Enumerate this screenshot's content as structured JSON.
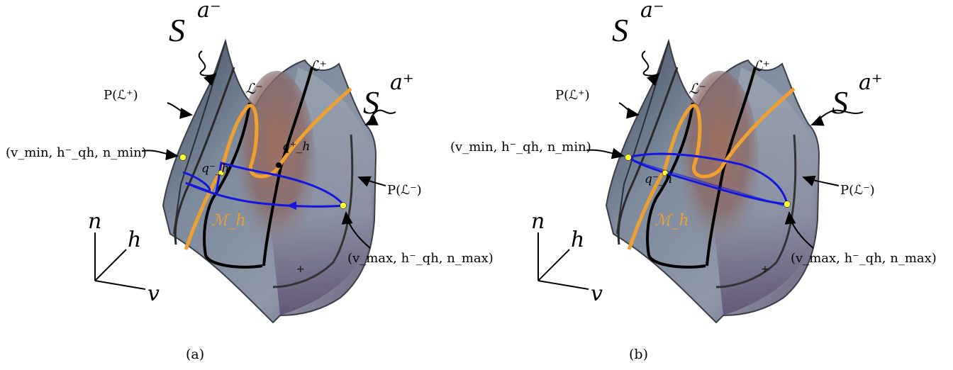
{
  "panels": [
    {
      "caption": "(a)",
      "labels": {
        "s_minus_base": "S",
        "s_minus_sup": "a⁻",
        "s_plus_base": "S",
        "s_plus_sup": "a⁺",
        "l_plus": "ℒ⁺",
        "l_minus": "ℒ⁻",
        "p_l_plus": "P(ℒ⁺)",
        "p_l_minus": "P(ℒ⁻)",
        "vmin_point": "(v_min, h⁻_qh, n_min)",
        "vmax_point": "(v_max, h⁻_qh, n_max)",
        "q_plus": "q⁺_h",
        "q_minus": "q⁻_h",
        "manifold": "ℳ_h",
        "axis_n": "n",
        "axis_h": "h",
        "axis_v": "v",
        "plus_mark": "+"
      }
    },
    {
      "caption": "(b)",
      "labels": {
        "s_minus_base": "S",
        "s_minus_sup": "a⁻",
        "s_plus_base": "S",
        "s_plus_sup": "a⁺",
        "l_plus": "ℒ⁺",
        "l_minus": "ℒ⁻",
        "p_l_plus": "P(ℒ⁺)",
        "p_l_minus": "P(ℒ⁻)",
        "vmin_point": "(v_min, h⁻_qh, n_min)",
        "vmax_point": "(v_max, h⁻_qh, n_max)",
        "q_minus": "q⁻_h",
        "manifold": "ℳ_h",
        "axis_n": "n",
        "axis_h": "h",
        "axis_v": "v",
        "plus_mark": "+"
      }
    }
  ],
  "colors": {
    "orbit": "#1515e0",
    "manifold": "#f0a030",
    "curve": "#000000",
    "point": "#ffff33"
  }
}
